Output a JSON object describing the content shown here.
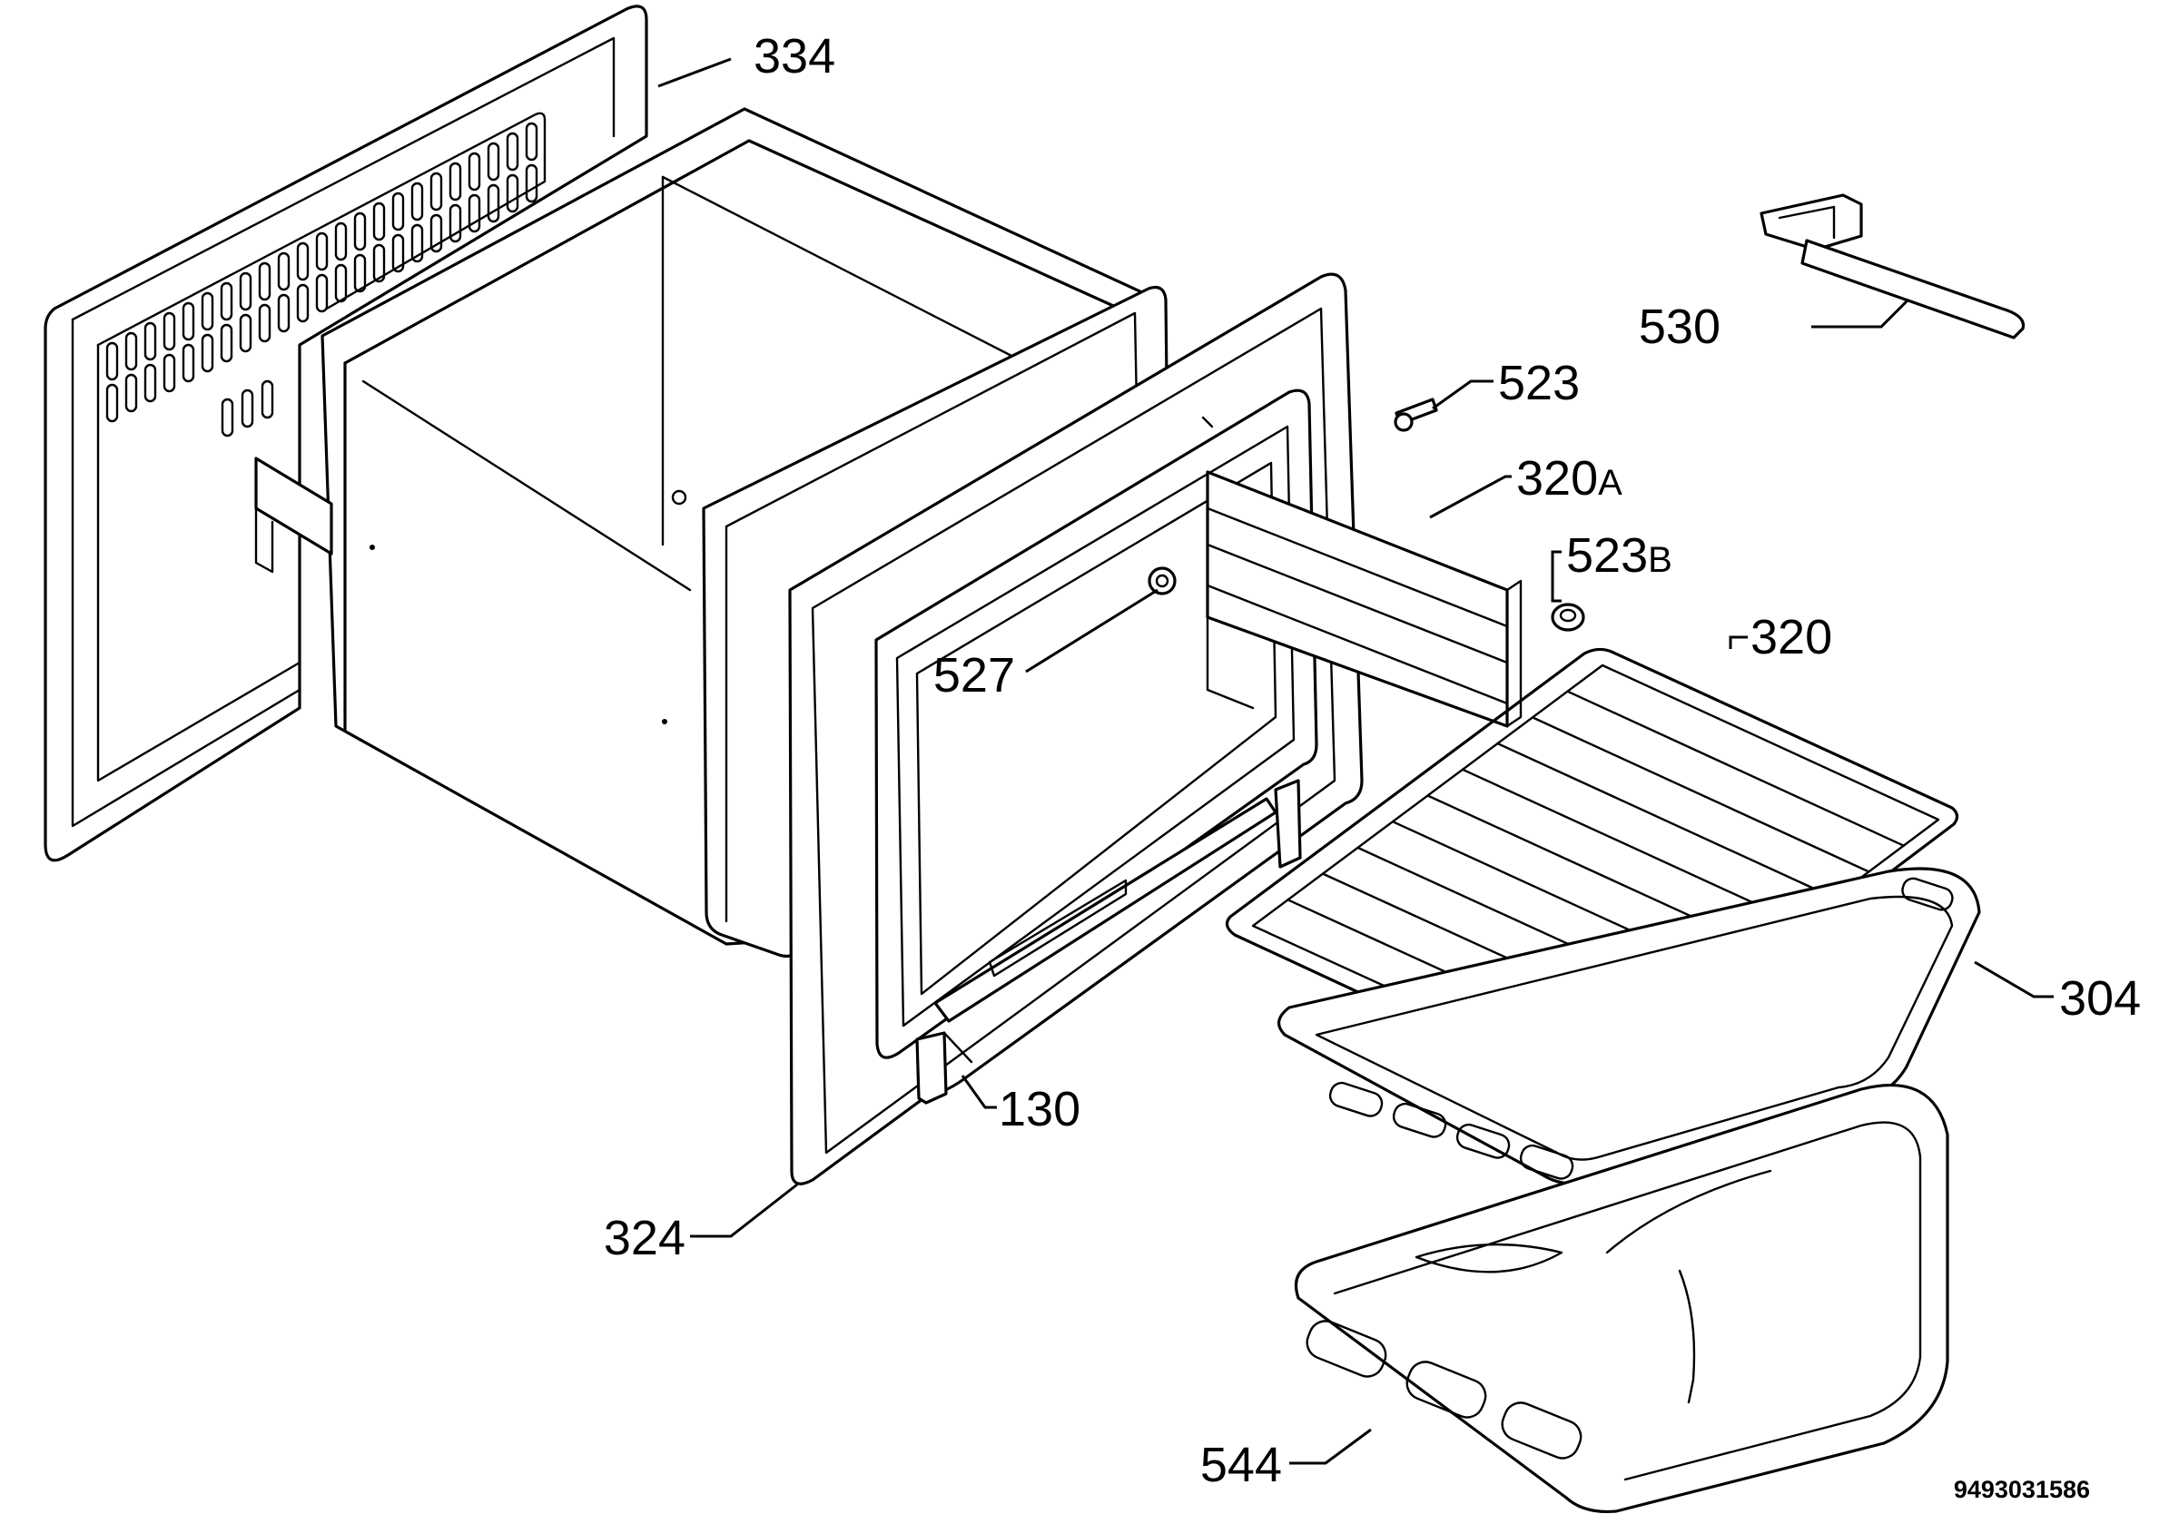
{
  "diagram": {
    "callouts": [
      {
        "id": "334",
        "number": "334"
      },
      {
        "id": "530",
        "number": "530"
      },
      {
        "id": "523",
        "number": "523"
      },
      {
        "id": "320A",
        "number": "320",
        "suffix": "A"
      },
      {
        "id": "523B",
        "number": "523",
        "suffix": "B"
      },
      {
        "id": "320",
        "number": "320"
      },
      {
        "id": "527",
        "number": "527"
      },
      {
        "id": "304",
        "number": "304"
      },
      {
        "id": "130",
        "number": "130"
      },
      {
        "id": "324",
        "number": "324"
      },
      {
        "id": "544",
        "number": "544"
      }
    ],
    "document_number": "9493031586"
  }
}
